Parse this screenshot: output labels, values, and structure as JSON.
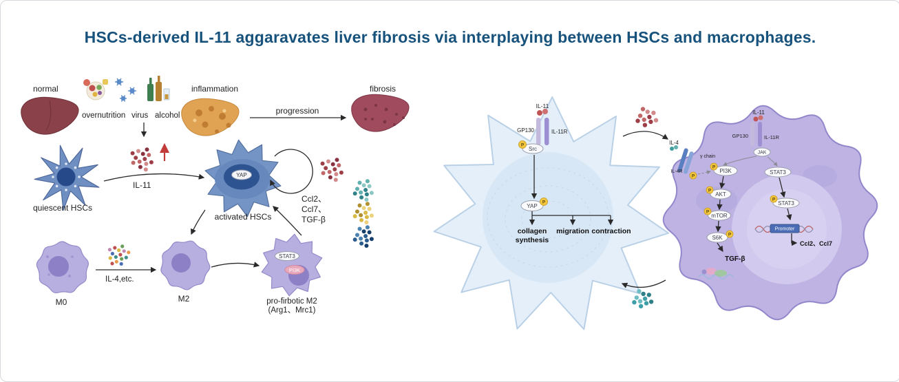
{
  "title": "HSCs-derived IL-11 aggaravates liver fibrosis via interplaying between HSCs and macrophages.",
  "p": "P",
  "colors": {
    "title": "#17527c",
    "ccl2_teal": "#3f8e8a",
    "ccl7_yellow": "#c8a035",
    "tgfb_blue": "#3a6ea8",
    "il11_red": "#c0504d",
    "gp130_tan": "#c7b299",
    "il11r_purple": "#9d90d2",
    "il4_teal": "#3f9e9a",
    "il4r_blue": "#4a6fb5",
    "gamma_gold": "#c9a43f"
  },
  "left": {
    "normal": "normal",
    "overnutrition": "overnutrition",
    "virus": "virus",
    "alcohol": "alcohol",
    "inflammation": "inflammation",
    "progression": "progression",
    "fibrosis": "fibrosis",
    "quiescent_hscs": "quiescent HSCs",
    "il11": "IL-11",
    "yap": "YAP",
    "activated_hscs": "activated HSCs",
    "ccl2": "Ccl2、",
    "ccl7": "Ccl7、",
    "tgfb": "TGF-β",
    "m0": "M0",
    "il4_etc": "IL-4,etc.",
    "m2": "M2",
    "stat3": "STAT3",
    "pi3k": "PI3K",
    "profibrotic_m2": "pro-firbotic M2",
    "profibrotic_genes": "(Arg1、Mrc1)"
  },
  "hsc": {
    "il11": "IL-11",
    "gp130": "GP130",
    "il11r": "IL-11R",
    "src": "Src",
    "yap": "YAP",
    "collagen1": "collagen",
    "collagen2": "synthesis",
    "migration": "migration",
    "contraction": "contraction"
  },
  "mac": {
    "il11": "IL-11",
    "gp130": "GP130",
    "il11r": "IL-11R",
    "jak": "JAK",
    "il4": "IL-4",
    "il4r": "IL-4R",
    "gamma_chain": "γ chain",
    "pi3k": "PI3K",
    "akt": "AKT",
    "mtor": "mTOR",
    "s6k": "S6K",
    "tgfb": "TGF-β",
    "stat3": "STAT3",
    "stat3_p": "STAT3",
    "promoter": "Promoter",
    "ccl2_ccl7": "Ccl2、Ccl7"
  }
}
